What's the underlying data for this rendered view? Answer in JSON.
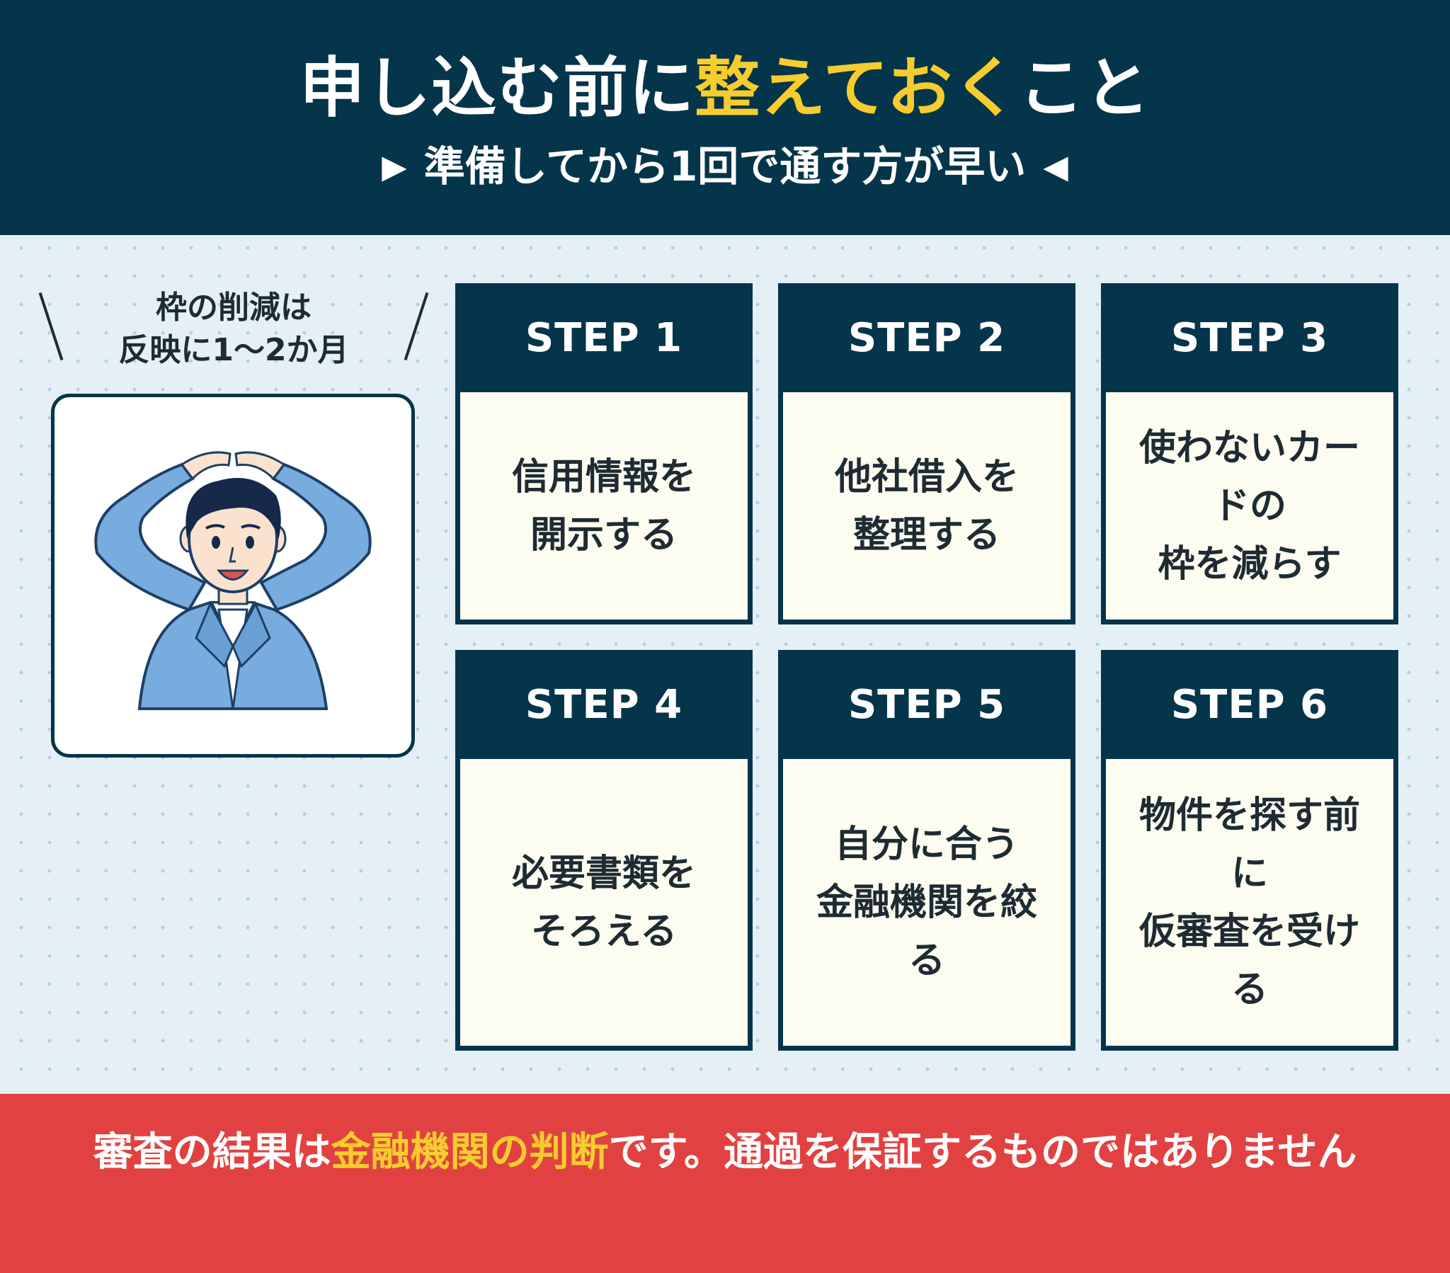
{
  "header": {
    "title_prefix": "申し込む前に",
    "title_highlight": "整えておく",
    "title_suffix": "こと",
    "subtitle": "準備してから1回で通す方が早い",
    "arrow_left": "▶",
    "arrow_right": "◀"
  },
  "callout": {
    "line1": "枠の削減は",
    "line2": "反映に1〜2か月"
  },
  "steps": [
    {
      "label": "STEP 1",
      "text": "信用情報を\n開示する"
    },
    {
      "label": "STEP 2",
      "text": "他社借入を\n整理する"
    },
    {
      "label": "STEP 3",
      "text": "使わないカー\nドの\n枠を減らす"
    },
    {
      "label": "STEP 4",
      "text": "必要書類を\nそろえる"
    },
    {
      "label": "STEP 5",
      "text": "自分に合う\n金融機関を絞\nる"
    },
    {
      "label": "STEP 6",
      "text": "物件を探す前\nに\n仮審査を受け\nる"
    }
  ],
  "footer": {
    "prefix": "審査の結果は",
    "highlight": "金融機関の判断",
    "suffix": "です。通過を保証するものではありません"
  },
  "colors": {
    "navy": "#05354a",
    "accent_yellow": "#f6cc2f",
    "footer_red": "#e14241",
    "card_body": "#fdfcf1",
    "background": "#e4eff6",
    "jacket_blue": "#78acdf"
  },
  "illustration": "businessman-making-circle-ok-gesture"
}
